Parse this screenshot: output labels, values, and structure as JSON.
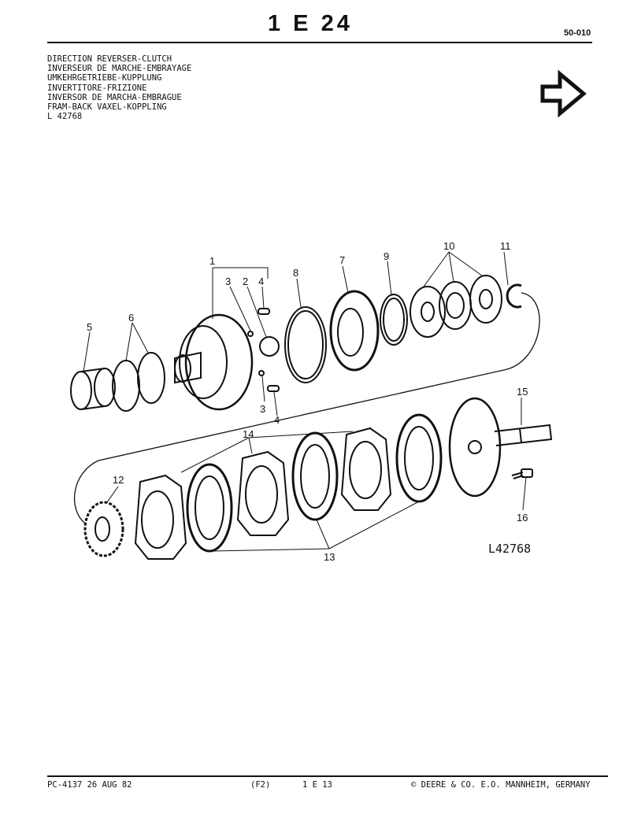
{
  "header": {
    "page_number": "1 E 24",
    "ref_code": "50-010"
  },
  "titles": [
    "DIRECTION REVERSER-CLUTCH",
    "INVERSEUR DE MARCHE-EMBRAYAGE",
    "UMKEHRGETRIEBE-KUPPLUNG",
    "INVERTITORE-FRIZIONE",
    "INVERSOR DE MARCHA-EMBRAGUE",
    "FRAM-BACK VAXEL-KOPPLING",
    "L 42768"
  ],
  "diagram": {
    "illustration_id": "L42768",
    "callouts": [
      "1",
      "2",
      "3",
      "4",
      "5",
      "6",
      "7",
      "8",
      "9",
      "10",
      "11",
      "3",
      "4",
      "12",
      "13",
      "14",
      "15",
      "16"
    ]
  },
  "footer": {
    "publication": "PC-4137 26 AUG 82",
    "code": "(F2)",
    "page_ref": "1 E 13",
    "copyright": "© DEERE & CO. E.O. MANNHEIM, GERMANY"
  }
}
